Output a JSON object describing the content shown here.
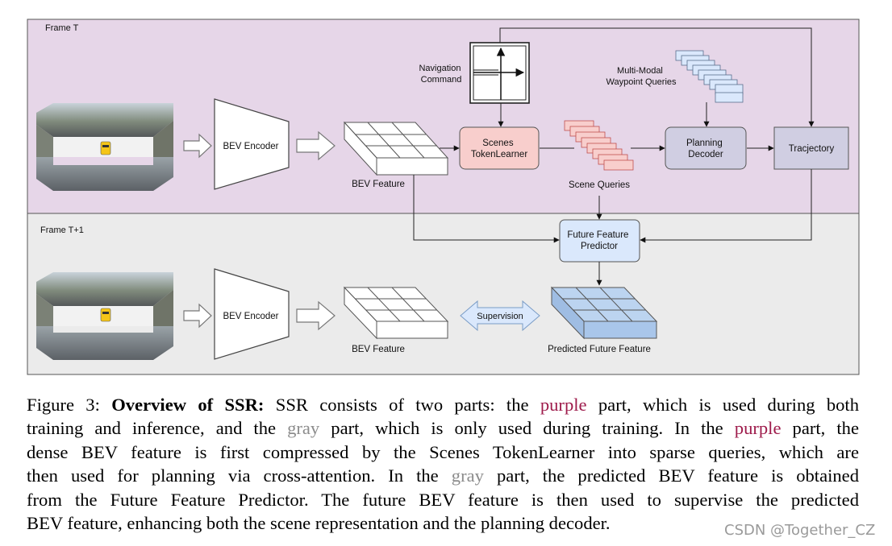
{
  "diagram": {
    "frames": {
      "top": {
        "label": "Frame T",
        "color": "#e6d6e8"
      },
      "bottom": {
        "label": "Frame T+1",
        "color": "#ebebeb"
      }
    },
    "boxes": {
      "bev_encoder_top": "BEV Encoder",
      "bev_encoder_bottom": "BEV Encoder",
      "scenes_tokenlearner": [
        "Scenes",
        "TokenLearner"
      ],
      "planning_decoder": [
        "Planning",
        "Decoder"
      ],
      "trajectory": "Tracjectory",
      "future_feature_predictor": [
        "Future Feature",
        "Predictor"
      ]
    },
    "labels": {
      "navigation_command": [
        "Navigation",
        "Command"
      ],
      "multimodal_queries": [
        "Multi-Modal",
        "Waypoint Queries"
      ],
      "scene_queries": "Scene Queries",
      "bev_feature_top": "BEV Feature",
      "bev_feature_bottom": "BEV Feature",
      "predicted_future_feature": "Predicted Future Feature",
      "supervision": "Supervision"
    },
    "colors": {
      "tokenlearner_fill": "#f8cecc",
      "decoder_fill": "#d0cee2",
      "predictor_fill": "#dae8fc",
      "query_fill": "#f8cecc",
      "waypoint_query_fill": "#dae8fc"
    }
  },
  "caption": {
    "figure_label": "Figure 3:",
    "title": "Overview of SSR:",
    "lines": [
      [
        "SSR consists of two parts: the ",
        "purple",
        " part, which is used during both"
      ],
      [
        "training and inference, and the ",
        "gray",
        " part, which is only used during training. In the ",
        "purple",
        " part, the"
      ],
      [
        "dense BEV feature is first compressed by the Scenes TokenLearner into sparse queries, which are"
      ],
      [
        "then used for planning via cross-attention. In the ",
        "gray",
        " part, the predicted BEV feature is obtained"
      ],
      [
        "from the Future Feature Predictor. The future BEV feature is then used to supervise the predicted"
      ],
      [
        "BEV feature, enhancing both the scene representation and the planning decoder."
      ]
    ],
    "purple_color": "#9e1b4b",
    "gray_color": "#8c8c8c"
  },
  "watermark": "CSDN @Together_CZ"
}
